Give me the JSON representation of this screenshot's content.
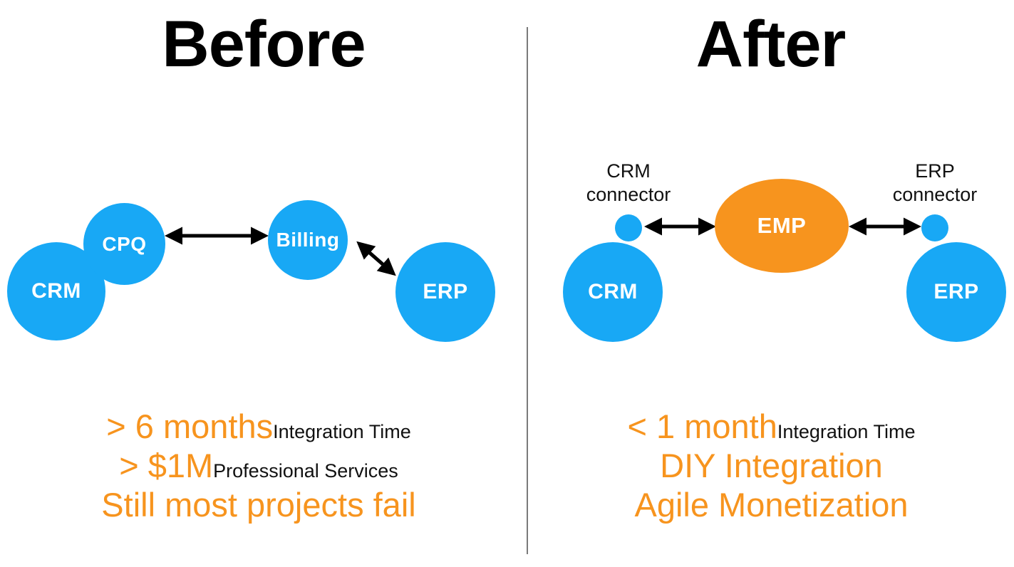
{
  "slide": {
    "background_color": "#ffffff",
    "divider_color": "#7a7a7a"
  },
  "colors": {
    "node_blue": "#18A8F5",
    "node_orange": "#F7941E",
    "accent_orange_text": "#F7941E",
    "body_text": "#111111",
    "title_text": "#000000",
    "arrow": "#000000"
  },
  "panels": {
    "before": {
      "title": "Before",
      "nodes": [
        {
          "id": "crm",
          "label": "CRM",
          "color": "#18A8F5",
          "shape": "circle"
        },
        {
          "id": "cpq",
          "label": "CPQ",
          "color": "#18A8F5",
          "shape": "circle"
        },
        {
          "id": "billing",
          "label": "Billing",
          "color": "#18A8F5",
          "shape": "circle"
        },
        {
          "id": "erp",
          "label": "ERP",
          "color": "#18A8F5",
          "shape": "circle"
        }
      ],
      "connections": [
        {
          "from": "cpq",
          "to": "billing",
          "style": "double-arrow"
        },
        {
          "from": "billing",
          "to": "erp",
          "style": "double-arrow"
        }
      ],
      "stats": [
        {
          "value": "> 6 months",
          "caption": "Integration Time"
        },
        {
          "value": "> $1M",
          "caption": "Professional Services"
        },
        {
          "value": "Still most projects fail",
          "caption": ""
        }
      ]
    },
    "after": {
      "title": "After",
      "nodes": [
        {
          "id": "crm",
          "label": "CRM",
          "color": "#18A8F5",
          "shape": "circle"
        },
        {
          "id": "crm-connector",
          "label": "",
          "caption": "CRM\nconnector",
          "color": "#18A8F5",
          "shape": "circle"
        },
        {
          "id": "emp",
          "label": "EMP",
          "color": "#F7941E",
          "shape": "ellipse"
        },
        {
          "id": "erp-connector",
          "label": "",
          "caption": "ERP\nconnector",
          "color": "#18A8F5",
          "shape": "circle"
        },
        {
          "id": "erp",
          "label": "ERP",
          "color": "#18A8F5",
          "shape": "circle"
        }
      ],
      "connections": [
        {
          "from": "crm-connector",
          "to": "emp",
          "style": "double-arrow"
        },
        {
          "from": "emp",
          "to": "erp-connector",
          "style": "double-arrow"
        }
      ],
      "stats": [
        {
          "value": "< 1 month",
          "caption": "Integration Time"
        },
        {
          "value": "DIY Integration",
          "caption": ""
        },
        {
          "value": "Agile Monetization",
          "caption": ""
        }
      ]
    }
  }
}
